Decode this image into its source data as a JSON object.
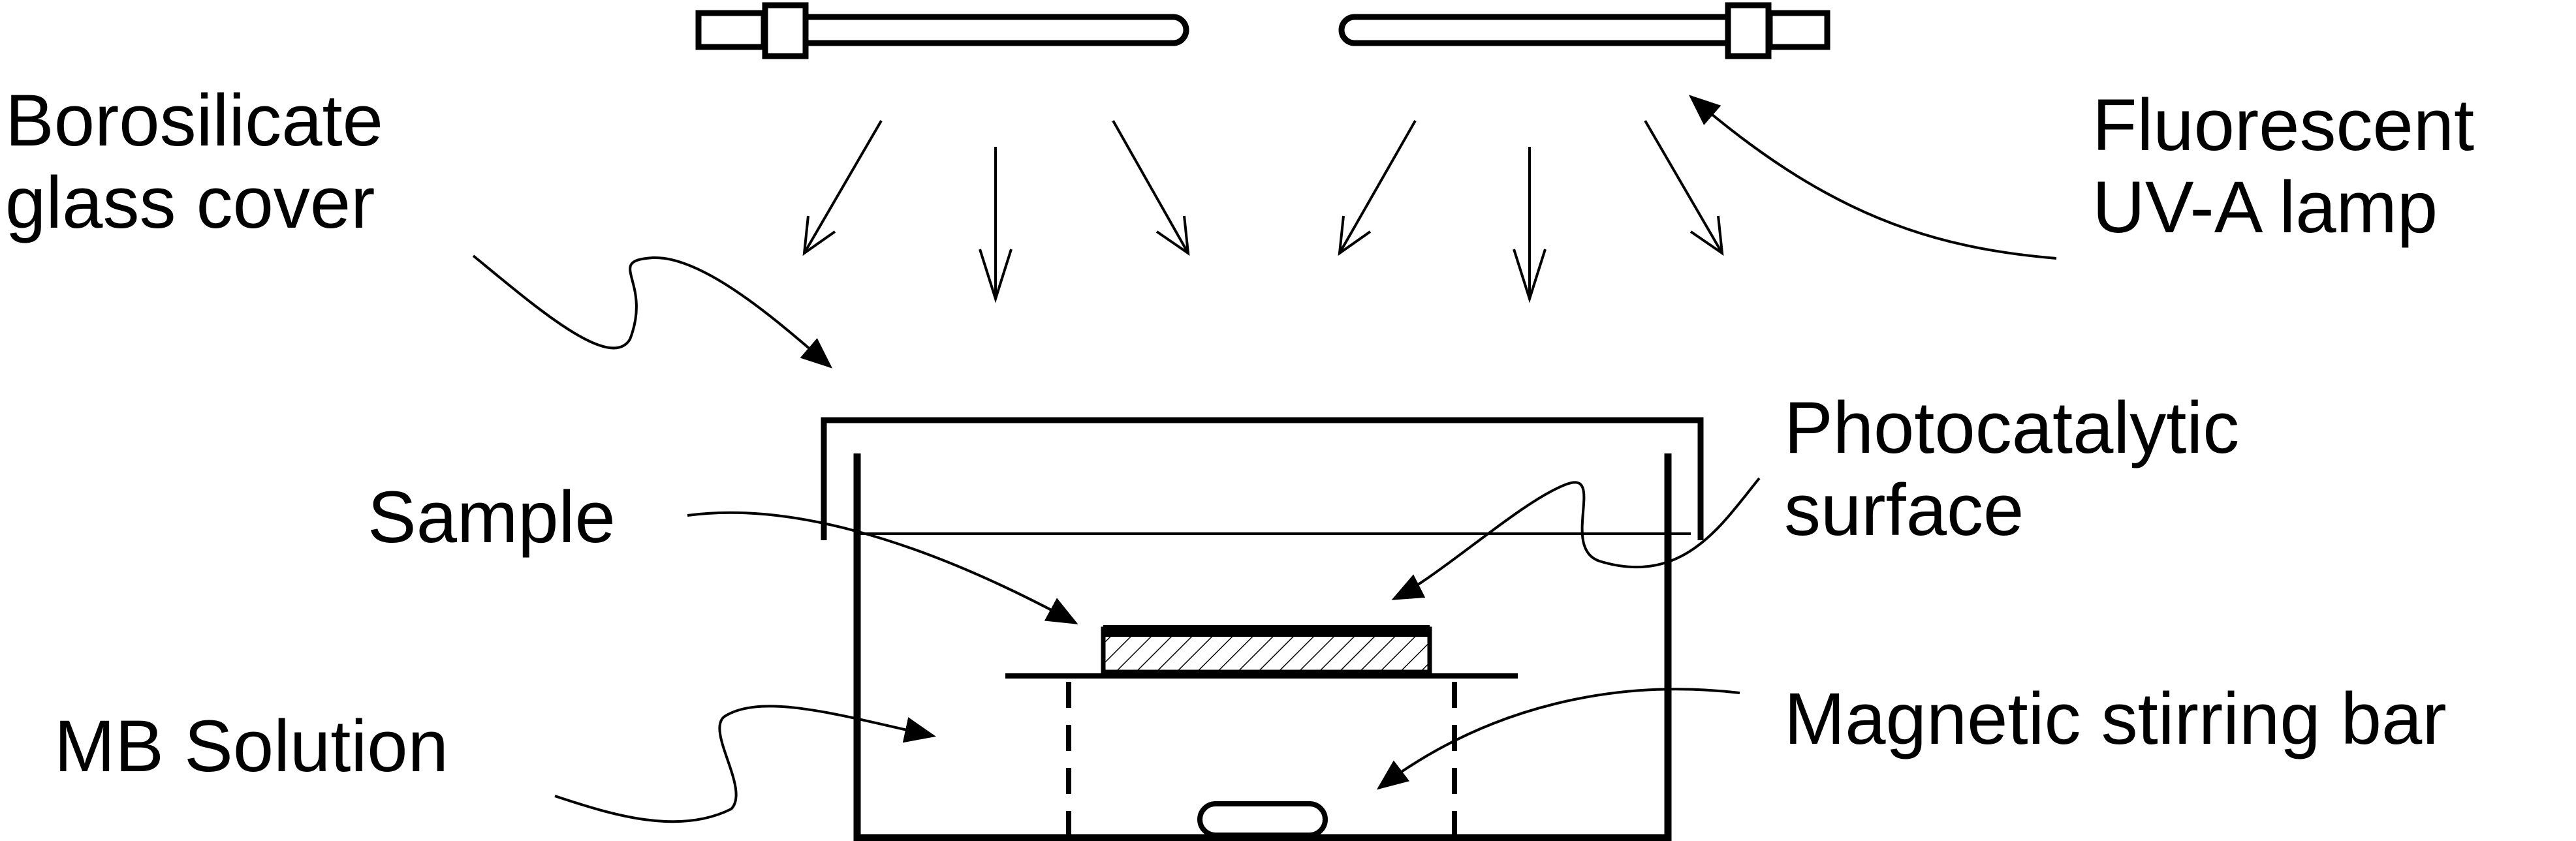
{
  "labels": {
    "glass_cover": [
      "Borosilicate",
      "glass cover"
    ],
    "uv_lamp": [
      "Fluorescent",
      "UV-A lamp"
    ],
    "photocatalytic_surface": [
      "Photocatalytic",
      "surface"
    ],
    "sample": "Sample",
    "mb_solution": "MB Solution",
    "stirring_bar": "Magnetic stirring bar"
  },
  "colors": {
    "line": "#000000",
    "background": "#ffffff"
  }
}
